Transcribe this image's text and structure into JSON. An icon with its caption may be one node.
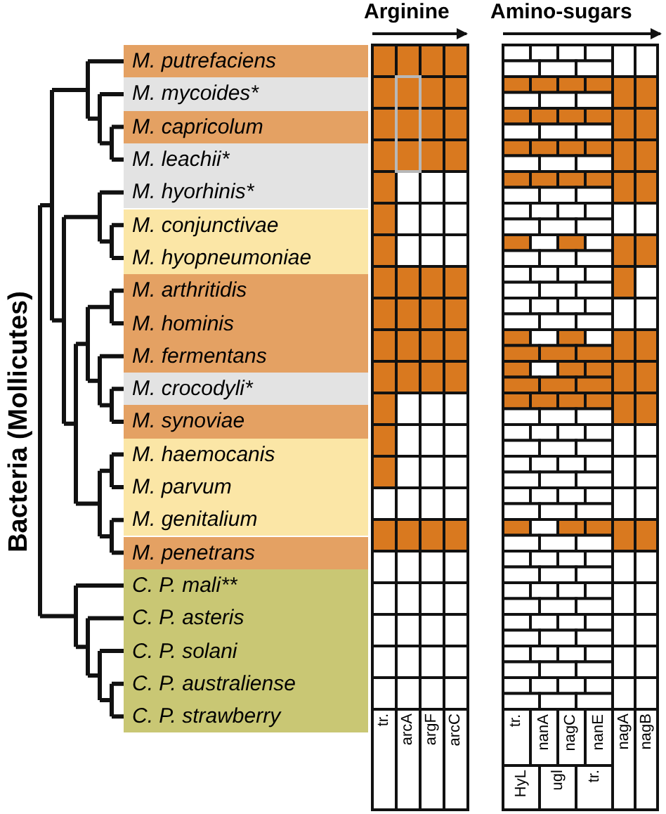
{
  "diagram": {
    "nodes": [
      {
        "text": [
          "M. putrefaciens"
        ]
      },
      {
        "text": [
          "M. mycoides*"
        ]
      },
      {
        "text": [
          "M. capricolum"
        ]
      },
      {
        "text": [
          "M. leachii*"
        ]
      },
      {
        "text": [
          "M. hyorhinis*"
        ]
      },
      {
        "text": [
          "M. conjunctivae"
        ]
      },
      {
        "text": [
          "M. hyopneumoniae"
        ]
      },
      {
        "text": [
          "M. arthritidis"
        ]
      },
      {
        "text": [
          "M. hominis"
        ]
      },
      {
        "text": [
          "M. fermentans"
        ]
      },
      {
        "text": [
          "M. crocodyli*"
        ]
      },
      {
        "text": [
          "M. synoviae"
        ]
      },
      {
        "text": [
          "M. haemocanis"
        ]
      },
      {
        "text": [
          "M. parvum"
        ]
      },
      {
        "text": [
          "M. genitalium"
        ]
      },
      {
        "text": [
          "M. penetrans"
        ]
      },
      {
        "text": [
          "C. P. mali**"
        ]
      },
      {
        "text": [
          "C. P. asteris"
        ]
      },
      {
        "text": [
          "C. P. solani"
        ]
      },
      {
        "text": [
          "C. P. australiense"
        ]
      },
      {
        "text": [
          "C. P. strawberry"
        ]
      }
    ],
    "labels": [
      "Arginine",
      "Amino-sugars",
      "Bacteria (Mollicutes)",
      "tr.",
      "arcA",
      "argF",
      "arcC",
      "tr.",
      "nanA",
      "nagC",
      "nanE",
      "nagA",
      "nagB",
      "HyL",
      "ugl",
      "tr."
    ]
  }
}
